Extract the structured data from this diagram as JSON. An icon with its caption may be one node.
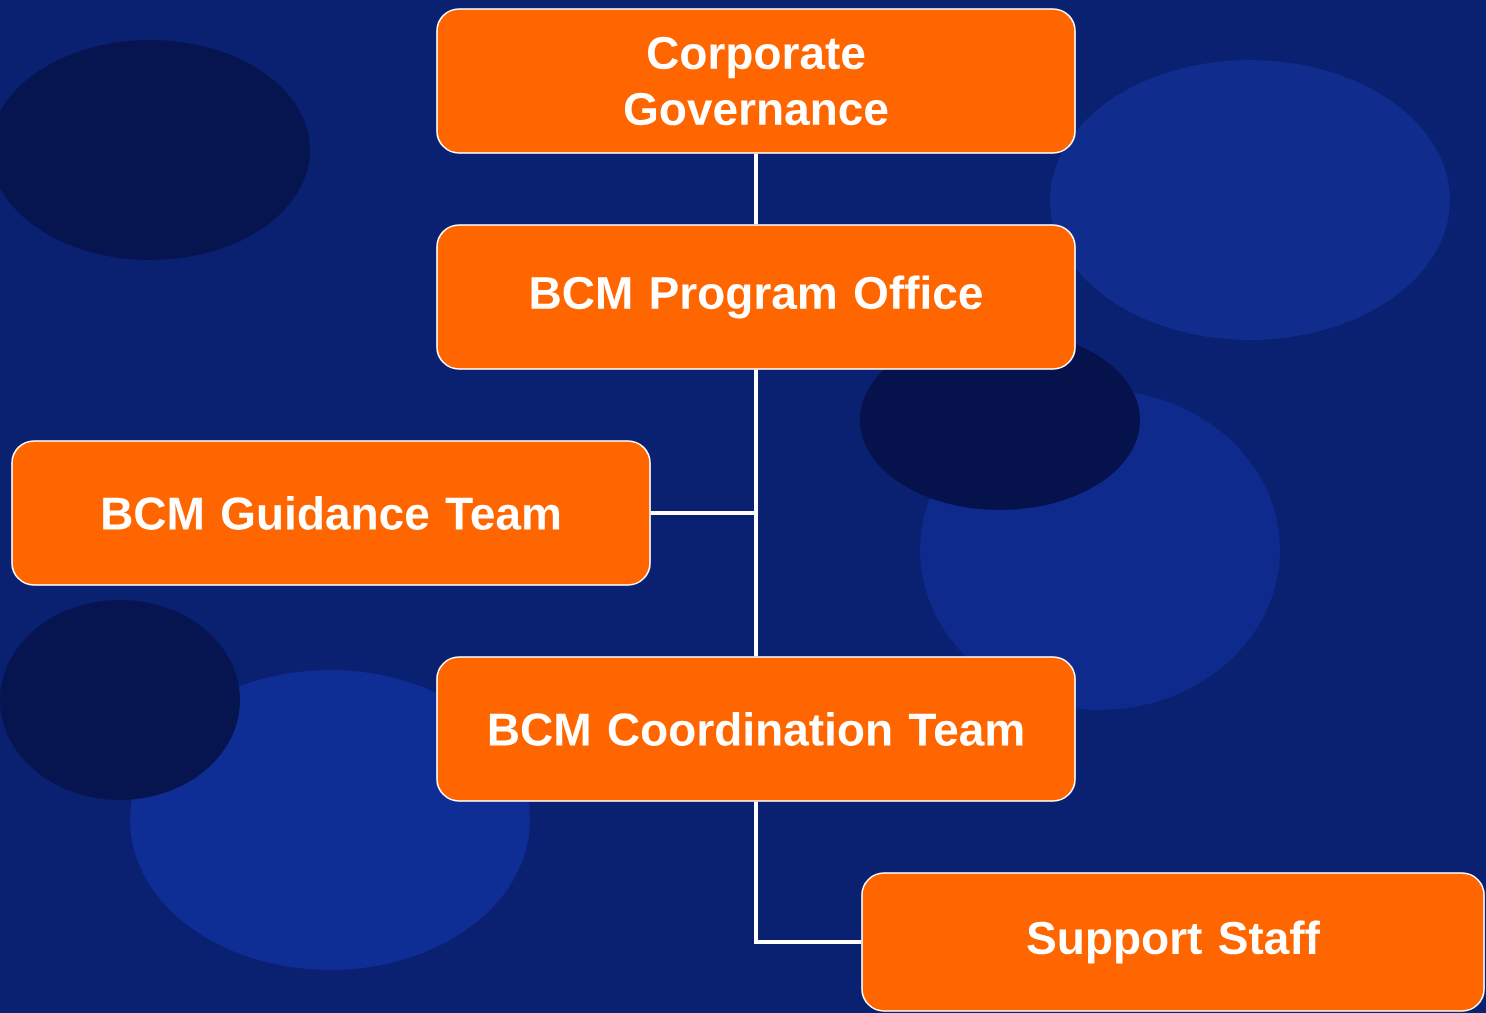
{
  "diagram": {
    "nodes": [
      {
        "text": [
          "Corporate Governance"
        ]
      },
      {
        "text": [
          "BCM Program Office"
        ]
      },
      {
        "text": [
          "BCM Guidance Team"
        ]
      },
      {
        "text": [
          "BCM Coordination Team"
        ]
      },
      {
        "text": [
          "Support Staff"
        ]
      }
    ],
    "edges": [
      {
        "from": 0,
        "to": 1,
        "arrow": "none"
      },
      {
        "from": 1,
        "to": 3,
        "arrow": "none"
      },
      {
        "from": 1,
        "to": 2,
        "arrow": "none"
      },
      {
        "from": 3,
        "to": 4,
        "arrow": "none"
      }
    ]
  }
}
